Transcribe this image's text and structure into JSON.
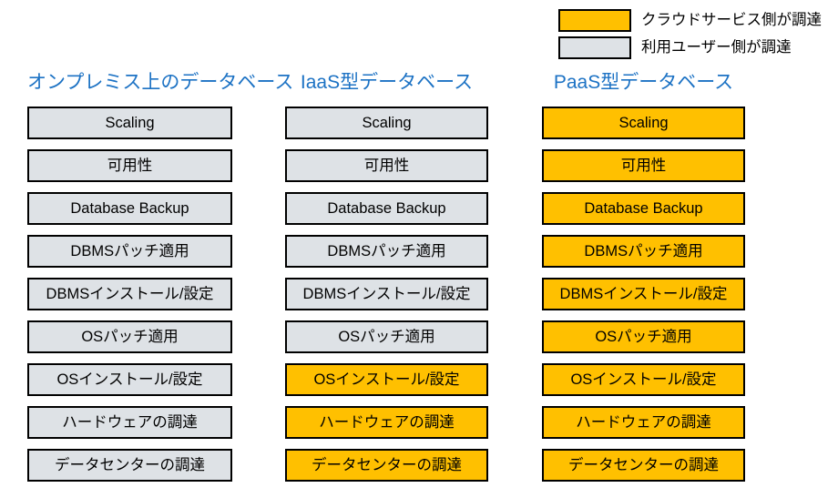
{
  "legend": {
    "items": [
      {
        "label": "クラウドサービス側が調達",
        "kind": "cloud",
        "color": "#FFC000",
        "swatch_icon": "legend-swatch-icon"
      },
      {
        "label": "利用ユーザー側が調達",
        "kind": "user",
        "color": "#DEE2E6",
        "swatch_icon": "legend-swatch-icon"
      }
    ]
  },
  "colors": {
    "cloud_fill": "#FFC000",
    "user_fill": "#DEE2E6",
    "box_border": "#000000",
    "title_text": "#1C72C4",
    "body_text": "#000000",
    "background": "#FFFFFF"
  },
  "columns": [
    {
      "id": "onpremise",
      "title": "オンプレミス上のデータベース",
      "layers": [
        {
          "label": "Scaling",
          "kind": "user"
        },
        {
          "label": "可用性",
          "kind": "user"
        },
        {
          "label": "Database Backup",
          "kind": "user"
        },
        {
          "label": "DBMSパッチ適用",
          "kind": "user"
        },
        {
          "label": "DBMSインストール/設定",
          "kind": "user"
        },
        {
          "label": "OSパッチ適用",
          "kind": "user"
        },
        {
          "label": "OSインストール/設定",
          "kind": "user"
        },
        {
          "label": "ハードウェアの調達",
          "kind": "user"
        },
        {
          "label": "データセンターの調達",
          "kind": "user"
        }
      ]
    },
    {
      "id": "iaas",
      "title": "IaaS型データベース",
      "layers": [
        {
          "label": "Scaling",
          "kind": "user"
        },
        {
          "label": "可用性",
          "kind": "user"
        },
        {
          "label": "Database Backup",
          "kind": "user"
        },
        {
          "label": "DBMSパッチ適用",
          "kind": "user"
        },
        {
          "label": "DBMSインストール/設定",
          "kind": "user"
        },
        {
          "label": "OSパッチ適用",
          "kind": "user"
        },
        {
          "label": "OSインストール/設定",
          "kind": "cloud"
        },
        {
          "label": "ハードウェアの調達",
          "kind": "cloud"
        },
        {
          "label": "データセンターの調達",
          "kind": "cloud"
        }
      ]
    },
    {
      "id": "paas",
      "title": "PaaS型データベース",
      "layers": [
        {
          "label": "Scaling",
          "kind": "cloud"
        },
        {
          "label": "可用性",
          "kind": "cloud"
        },
        {
          "label": "Database Backup",
          "kind": "cloud"
        },
        {
          "label": "DBMSパッチ適用",
          "kind": "cloud"
        },
        {
          "label": "DBMSインストール/設定",
          "kind": "cloud"
        },
        {
          "label": "OSパッチ適用",
          "kind": "cloud"
        },
        {
          "label": "OSインストール/設定",
          "kind": "cloud"
        },
        {
          "label": "ハードウェアの調達",
          "kind": "cloud"
        },
        {
          "label": "データセンターの調達",
          "kind": "cloud"
        }
      ]
    }
  ]
}
